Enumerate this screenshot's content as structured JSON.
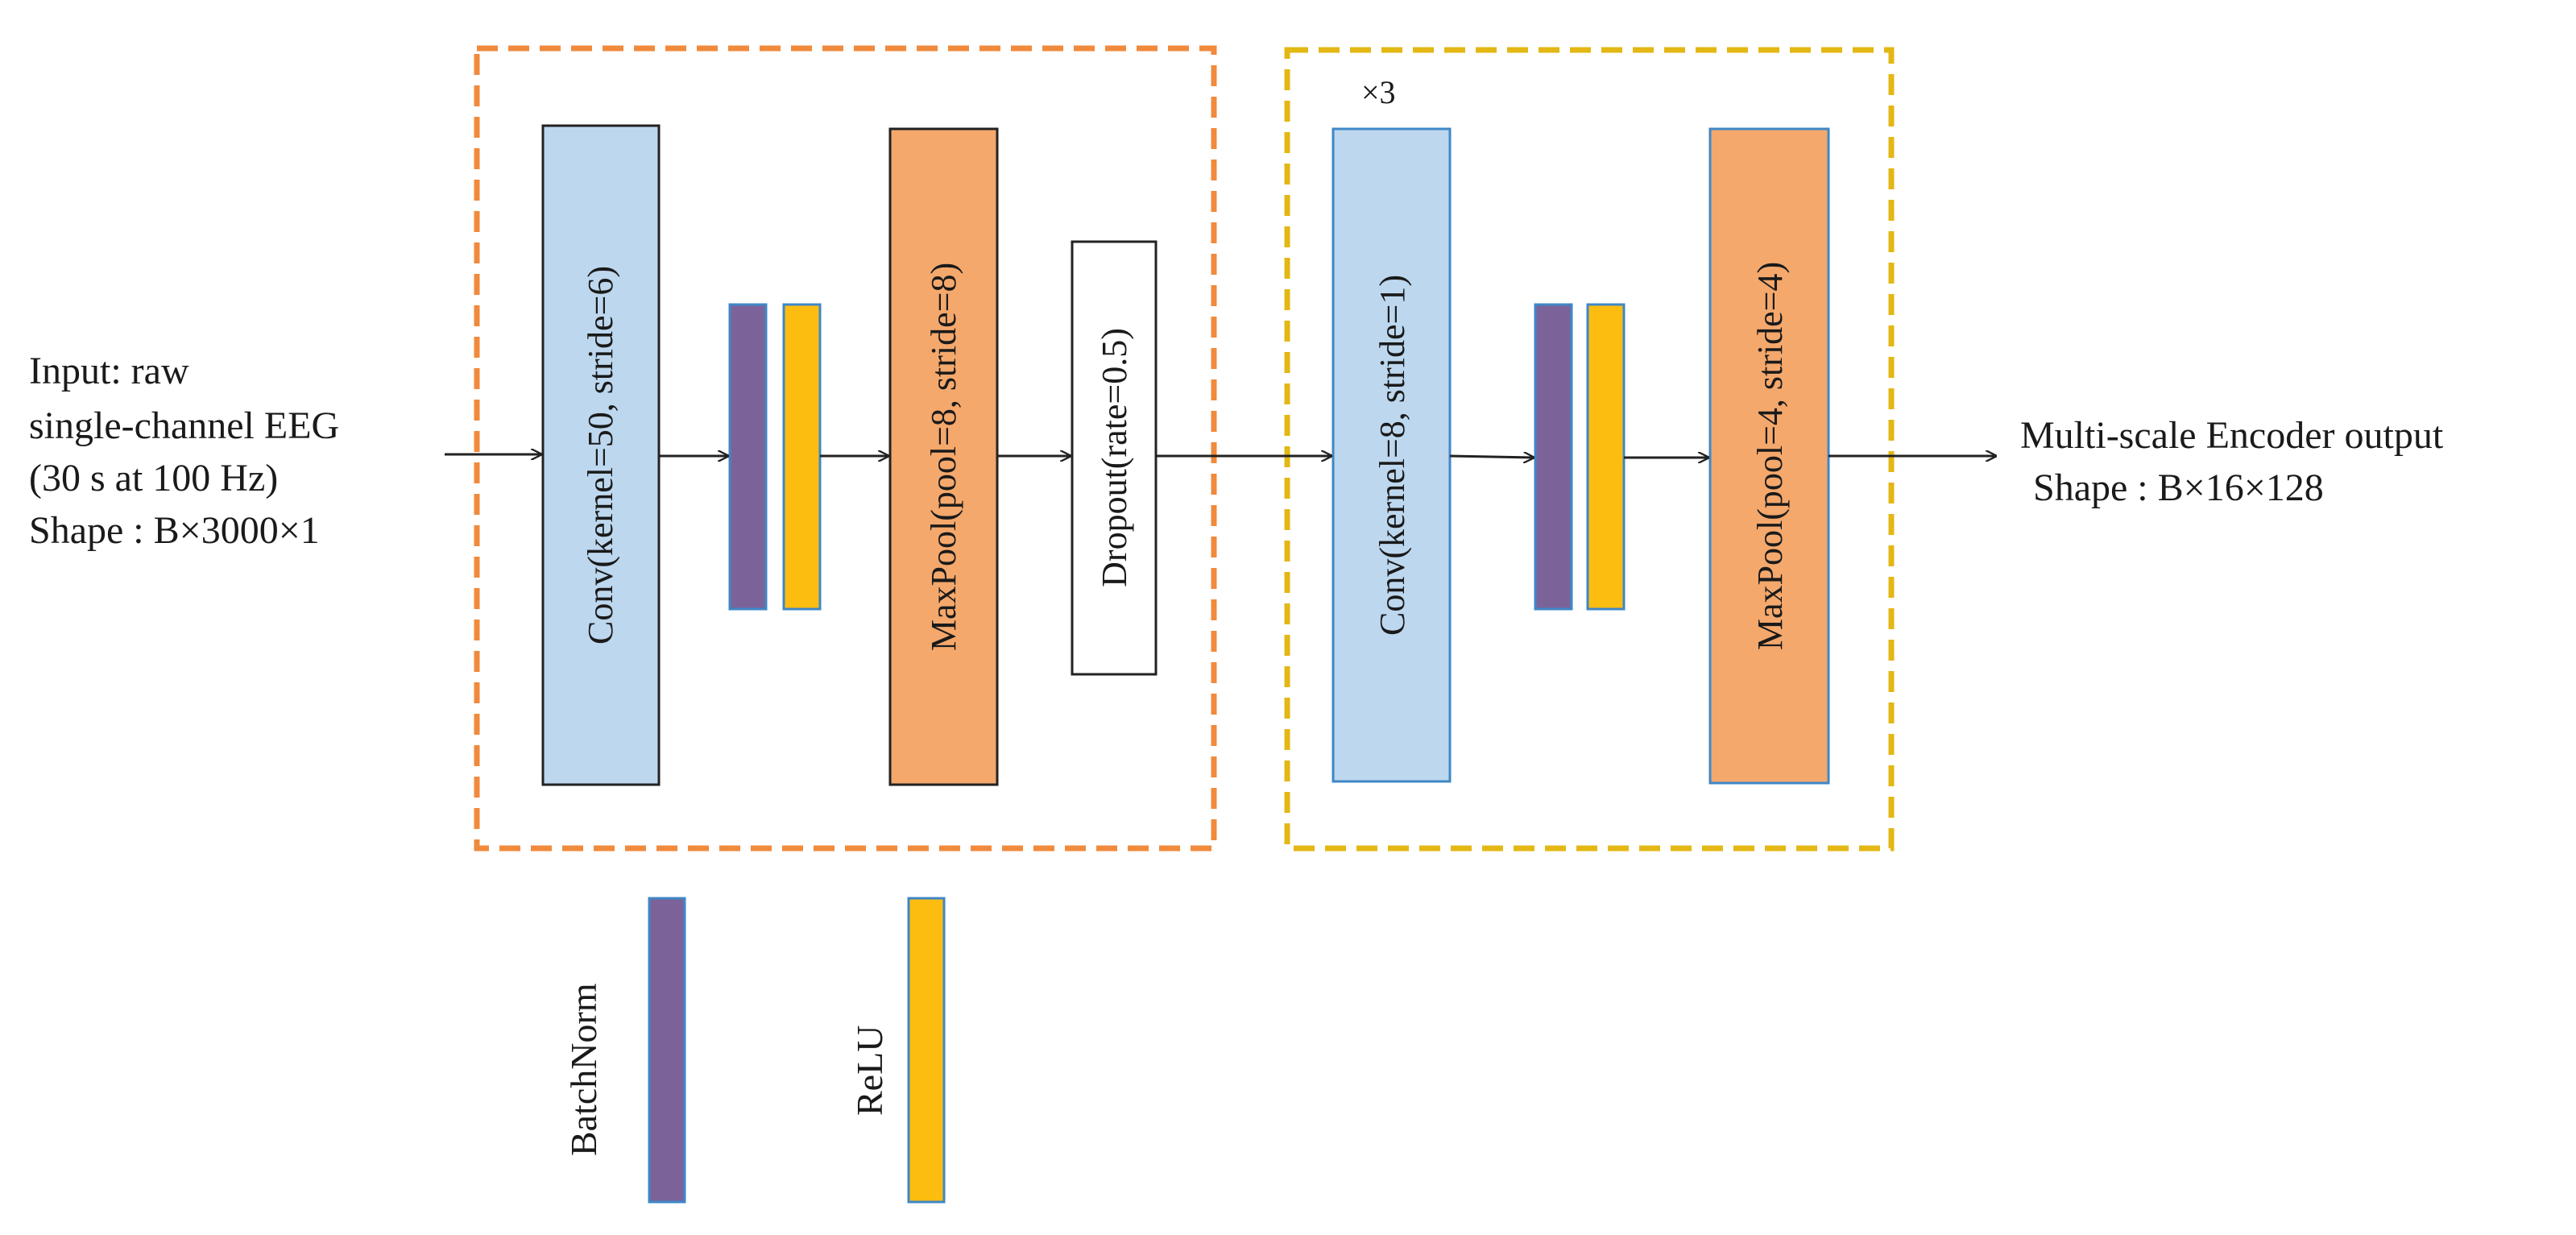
{
  "input": {
    "lines": [
      "Input: raw",
      "single-channel EEG",
      "(30 s at 100 Hz)",
      "Shape : B×3000×1"
    ]
  },
  "output": {
    "lines": [
      "Multi-scale Encoder output",
      "Shape : B×16×128"
    ]
  },
  "group1": {
    "border_color": "#f08a3c",
    "blocks": {
      "conv": "Conv(kernel=50, stride=6)",
      "maxpool": "MaxPool(pool=8, stride=8)",
      "dropout": "Dropout(rate=0.5)"
    }
  },
  "group2": {
    "border_color": "#e3b714",
    "repeat_label": "×3",
    "blocks": {
      "conv": "Conv(kernel=8, stride=1)",
      "maxpool": "MaxPool(pool=4, stride=4)"
    }
  },
  "legend": {
    "batchnorm": "BatchNorm",
    "relu": "ReLU"
  },
  "colors": {
    "conv_fill": "#bdd7ee",
    "maxpool_fill": "#f4a86c",
    "dropout_fill": "#ffffff",
    "batchnorm_fill": "#7b6399",
    "relu_fill": "#fdbd10",
    "arrow": "#222222"
  }
}
